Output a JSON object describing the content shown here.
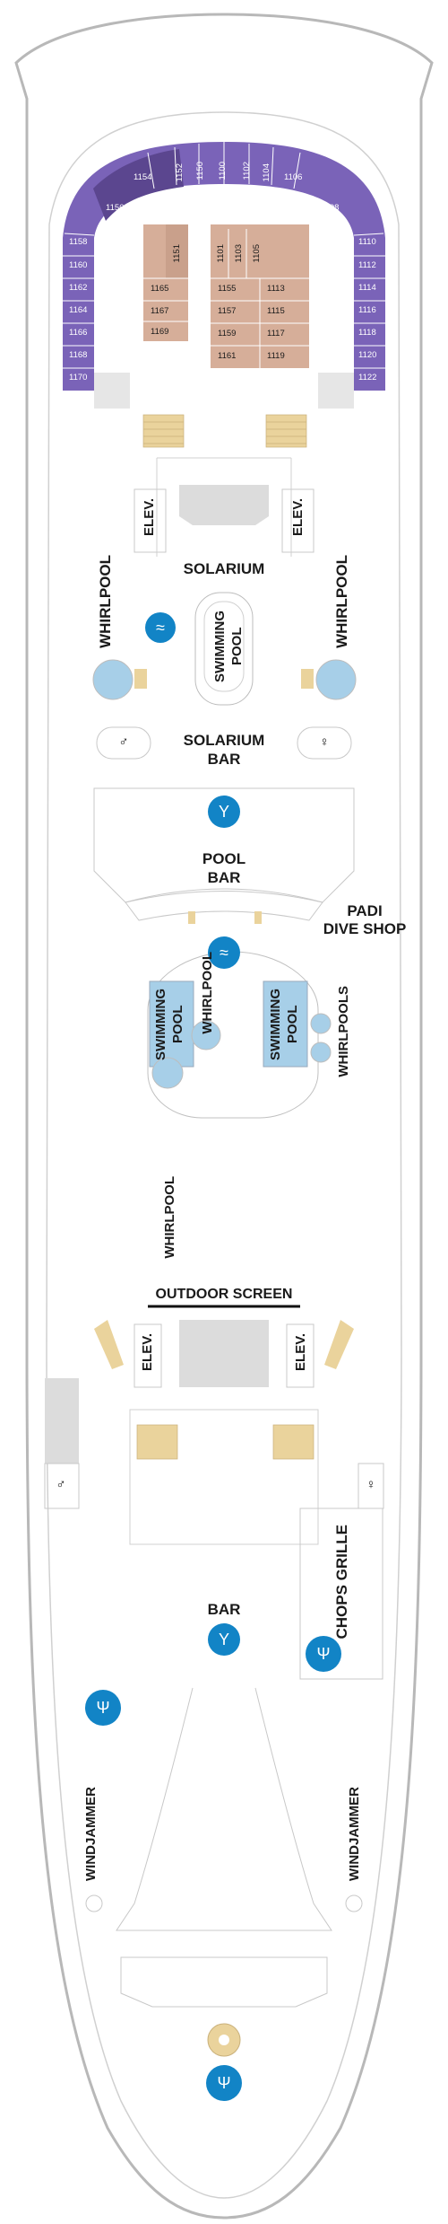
{
  "colors": {
    "hull": "#ffffff",
    "hull_outline": "#b8b8b8",
    "deck_line": "#c8c8c8",
    "cabin_purple": "#7a63b8",
    "cabin_purple_dark": "#5b468f",
    "cabin_tan": "#d6ae99",
    "elevator_gray": "#dcdcdc",
    "pool_blue": "#a7cfe8",
    "stair_tan": "#ead39c",
    "icon_blue": "#1284c6"
  },
  "icons": {
    "pool": "swimming-icon",
    "bar": "cocktail-icon",
    "dining": "fork-knife-icon",
    "restroom": "restroom-icon"
  },
  "cabins": {
    "arc": [
      "1154",
      "1152",
      "1150",
      "1100",
      "1102",
      "1104",
      "1106",
      "1156",
      "1108"
    ],
    "left": [
      "1158",
      "1160",
      "1162",
      "1164",
      "1166",
      "1168",
      "1170"
    ],
    "right": [
      "1110",
      "1112",
      "1114",
      "1116",
      "1118",
      "1120",
      "1122"
    ],
    "inner_left": [
      "1151",
      "1165",
      "1167",
      "1169"
    ],
    "inner_center_top": [
      "1101",
      "1103",
      "1105"
    ],
    "inner_center_a": [
      "1155",
      "1157",
      "1159",
      "1161"
    ],
    "inner_center_b": [
      "1113",
      "1115",
      "1117",
      "1119"
    ]
  },
  "labels": {
    "elev_1": "ELEV.",
    "elev_2": "ELEV.",
    "solarium": "SOLARIUM",
    "whirlpool_left": "WHIRLPOOL",
    "whirlpool_right": "WHIRLPOOL",
    "swimming_pool_1": "SWIMMING POOL",
    "solarium_bar_1": "SOLARIUM",
    "solarium_bar_2": "BAR",
    "pool_bar_1": "POOL",
    "pool_bar_2": "BAR",
    "padi_1": "PADI",
    "padi_2": "DIVE SHOP",
    "swimming_pool_2": "SWIMMING POOL",
    "whirlpool_center": "WHIRLPOOL",
    "swimming_pool_3": "SWIMMING POOL",
    "whirlpools": "WHIRLPOOLS",
    "whirlpool_lower": "WHIRLPOOL",
    "outdoor_screen": "OUTDOOR SCREEN",
    "elev_3": "ELEV.",
    "elev_4": "ELEV.",
    "bar": "BAR",
    "chops_grille": "CHOPS GRILLE",
    "windjammer_left": "WINDJAMMER",
    "windjammer_right": "WINDJAMMER"
  }
}
